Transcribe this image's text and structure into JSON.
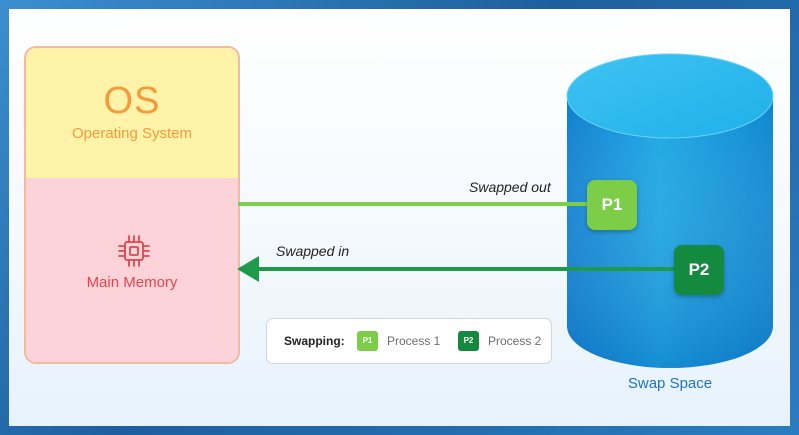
{
  "memory": {
    "os_title": "OS",
    "os_subtitle": "Operating System",
    "main_memory_label": "Main Memory",
    "chip_icon": "chip-icon"
  },
  "arrows": {
    "swapped_out_label": "Swapped out",
    "swapped_in_label": "Swapped in"
  },
  "legend": {
    "title": "Swapping:",
    "items": [
      {
        "tag": "P1",
        "label": "Process 1",
        "color": "#7ccd47"
      },
      {
        "tag": "P2",
        "label": "Process 2",
        "color": "#138a3e"
      }
    ]
  },
  "swap": {
    "label": "Swap Space",
    "processes": [
      {
        "tag": "P1",
        "color": "#7ccd47"
      },
      {
        "tag": "P2",
        "color": "#138a3e"
      }
    ]
  },
  "colors": {
    "os_fill": "#fff3a9",
    "memory_fill": "#fcd3d8",
    "cylinder": "#1aa7e4",
    "arrow_out": "#7ccd47",
    "arrow_in": "#1f9a48"
  }
}
